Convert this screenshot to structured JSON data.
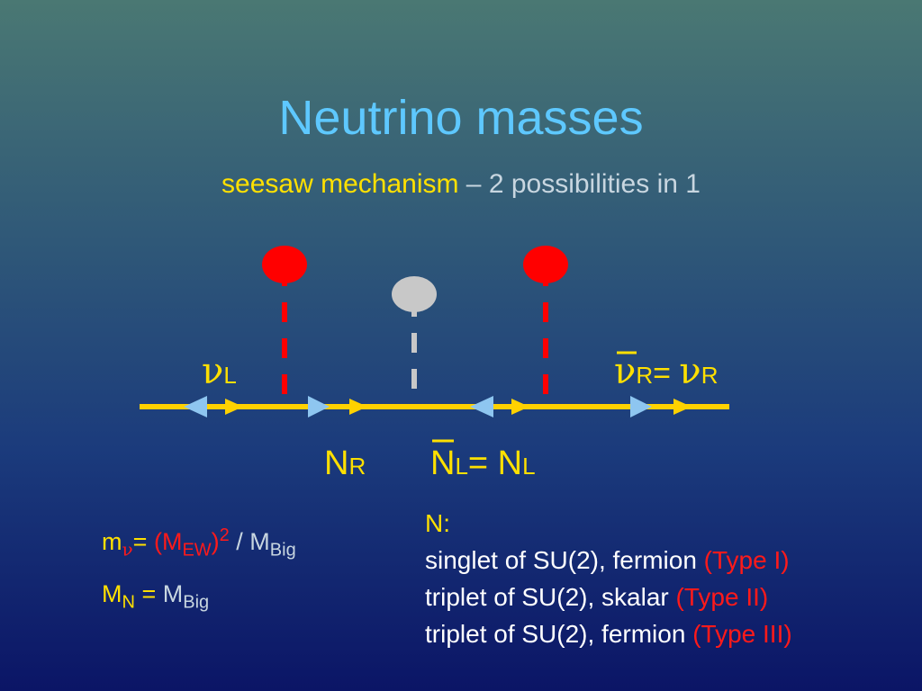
{
  "title": "Neutrino masses",
  "subtitle": {
    "highlight": "seesaw mechanism",
    "rest": " – 2 possibilities in 1"
  },
  "labels": {
    "nu_symbol": "ν",
    "nu_L_sub": "L",
    "nu_bar_symbol": "ν",
    "nu_bar_sub": "R",
    "equals": "= ",
    "nu_R_symbol": "ν",
    "nu_R_sub": "R",
    "N_R_main": "N",
    "N_R_sub": "R",
    "N_bar_main": "N",
    "N_bar_sub": "L",
    "N_eq": "= ",
    "N_L_main": "N",
    "N_L_sub": "L"
  },
  "formulas": {
    "m_nu_m": "m",
    "m_nu_sub": "ν",
    "m_nu_eq": "= ",
    "m_nu_open": "(M",
    "m_nu_ew": "EW",
    "m_nu_close": ")",
    "m_nu_sq": "2",
    "m_nu_div": " / M",
    "m_nu_big": "Big",
    "M_N_M": "M",
    "M_N_sub": "N",
    "M_N_eq": " = ",
    "M_N_rhs": "M",
    "M_N_big": "Big"
  },
  "info": {
    "heading": "N:",
    "lines": [
      {
        "text": "singlet of SU(2), fermion ",
        "type": "(Type I)"
      },
      {
        "text": "triplet of SU(2), skalar ",
        "type": "(Type II)"
      },
      {
        "text": "triplet of SU(2), fermion ",
        "type": "(Type III)"
      }
    ]
  },
  "colors": {
    "title": "#5ec8ff",
    "accent_yellow": "#ffe000",
    "type_red": "#ff1a1a",
    "higgs_red": "#ff0000",
    "higgs_grey": "#c8c8c8",
    "line_yellow": "#ffd200",
    "arrow_blue": "#8ec6f0"
  }
}
